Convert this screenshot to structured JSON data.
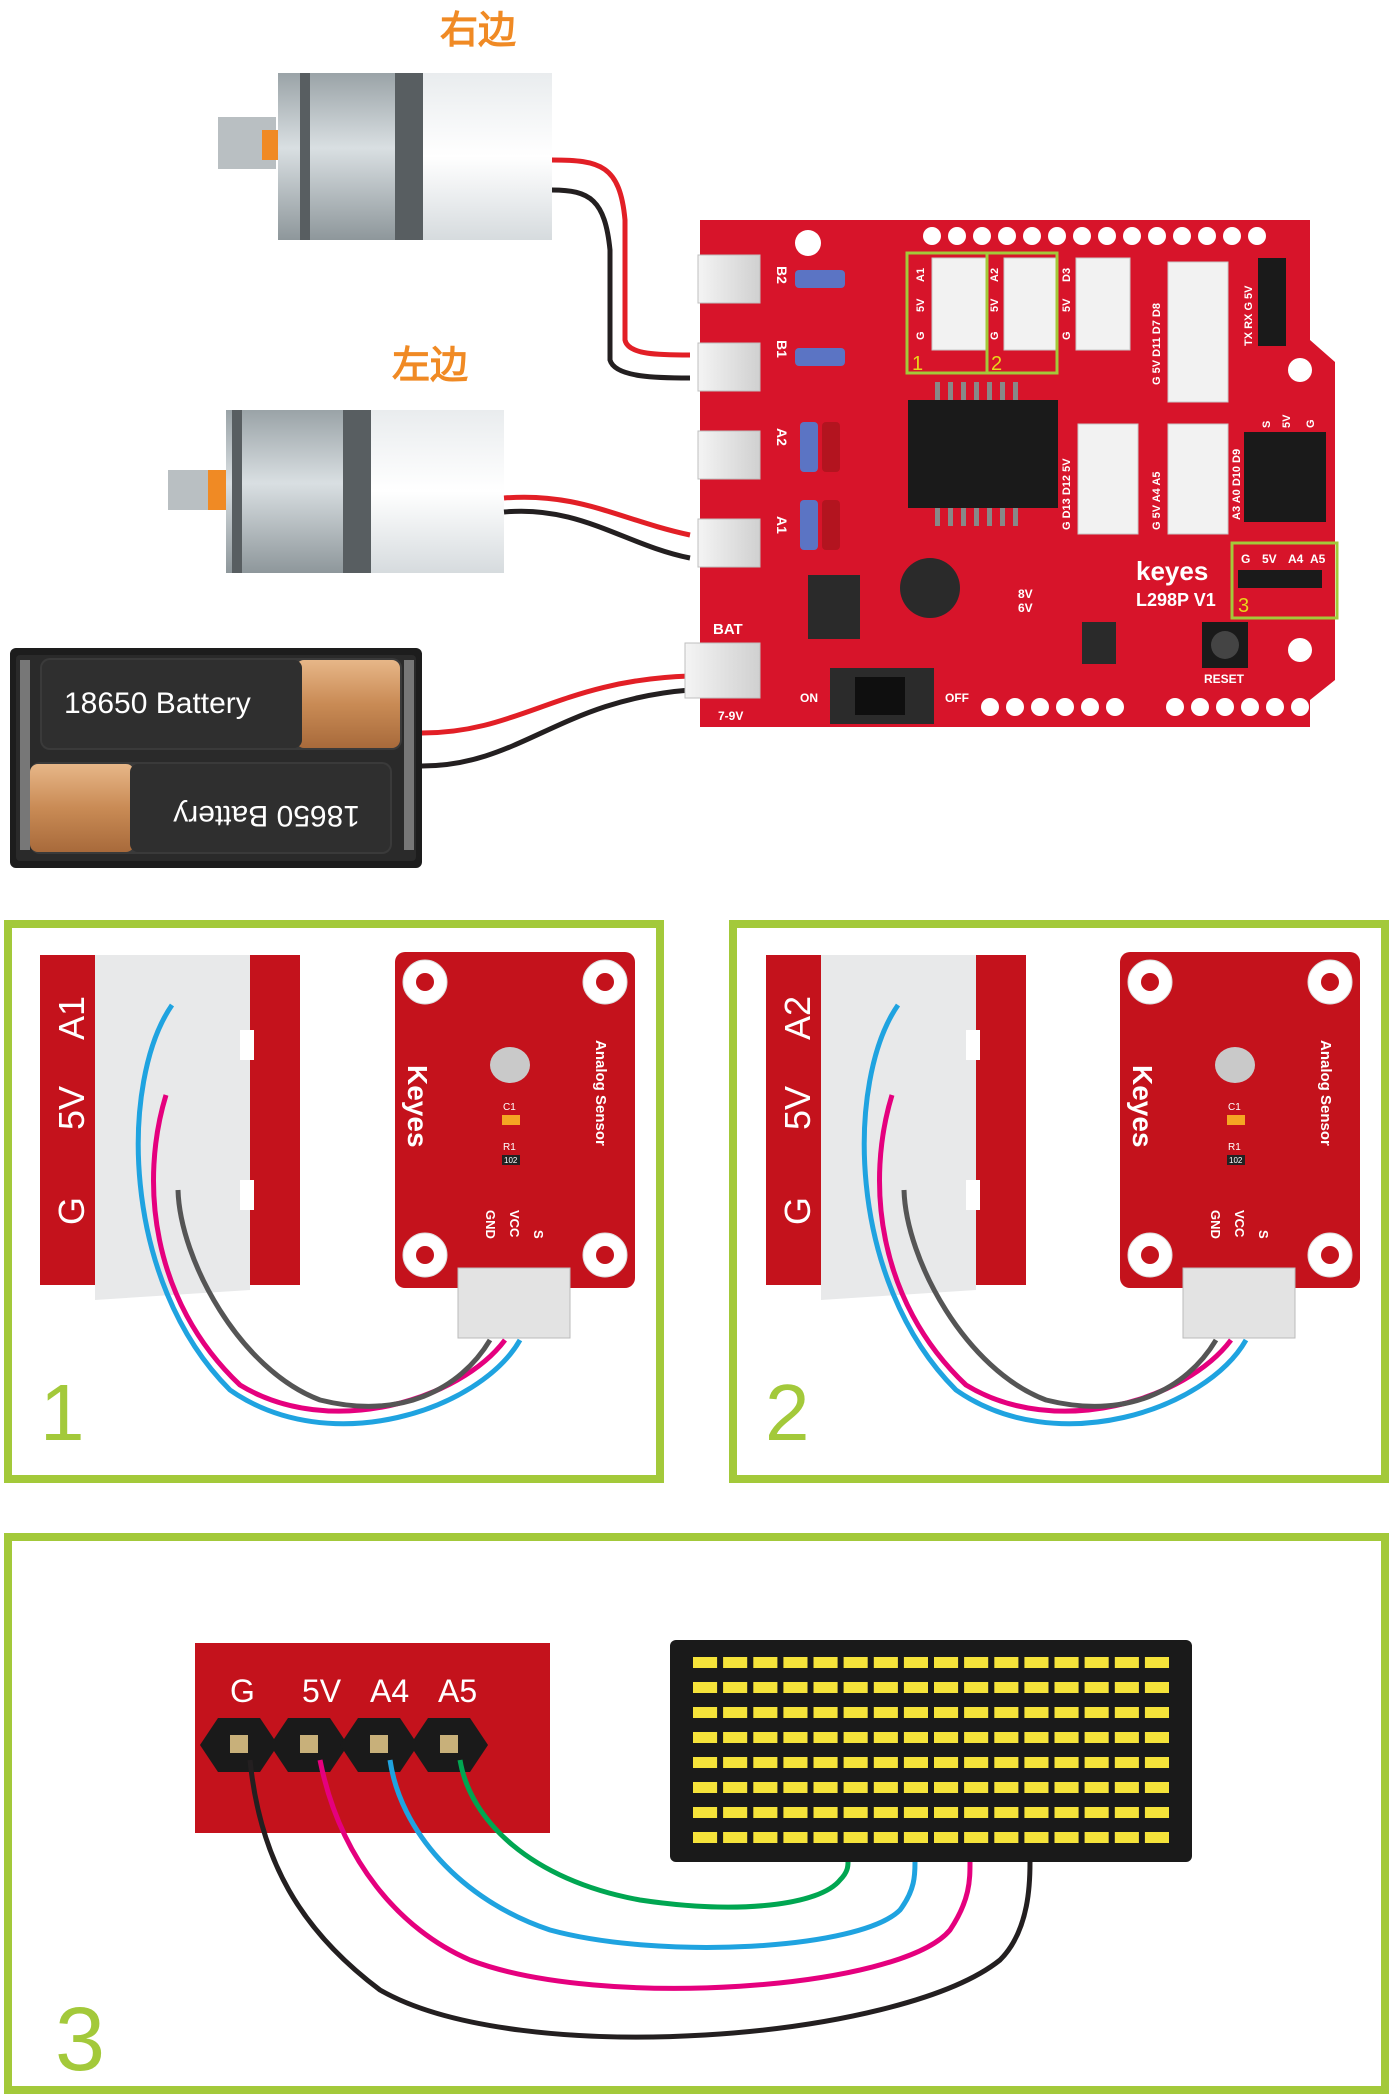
{
  "motors": {
    "right_label": "右边",
    "left_label": "左边"
  },
  "battery": {
    "cell_top": "18650 Battery",
    "cell_bottom": "18650 Battery"
  },
  "board": {
    "brand": "keyes",
    "model": "L298P V1",
    "reset": "RESET",
    "switch_on": "ON",
    "switch_off": "OFF",
    "bat_label": "BAT",
    "bat_voltage": "7-9V",
    "volt_8v": "8V",
    "volt_6v": "6V",
    "motor_ports": [
      "B2",
      "B1",
      "A2",
      "A1"
    ],
    "header_a1": [
      "G",
      "5V",
      "A1"
    ],
    "header_a2": [
      "G",
      "5V",
      "A2"
    ],
    "header_d3": [
      "G",
      "5V",
      "D3"
    ],
    "header_d8": "G 5V D11 D7 D8",
    "header_d9": "G D13 D12 5V",
    "header_a4": "G 5V A4 A5",
    "header_tx": "TX RX G 5V",
    "header_d10": "A3 A0 D10 D9",
    "header_s5vg": [
      "S",
      "5V",
      "G"
    ],
    "i2c_pins": [
      "G",
      "5V",
      "A4",
      "A5"
    ],
    "box_numbers": [
      "1",
      "2",
      "3"
    ]
  },
  "panel1": {
    "number": "1",
    "pins": [
      "G",
      "5V",
      "A1"
    ],
    "module_brand": "Keyes",
    "module_name": "Analog Sensor",
    "pin_labels": [
      "GND",
      "VCC",
      "S"
    ],
    "c1": "C1",
    "r1": "R1",
    "r_code": "102"
  },
  "panel2": {
    "number": "2",
    "pins": [
      "G",
      "5V",
      "A2"
    ],
    "module_brand": "Keyes",
    "module_name": "Analog Sensor",
    "pin_labels": [
      "GND",
      "VCC",
      "S"
    ],
    "c1": "C1",
    "r1": "R1",
    "r_code": "102"
  },
  "panel3": {
    "number": "3",
    "pins": [
      "G",
      "5V",
      "A4",
      "A5"
    ]
  },
  "colors": {
    "board_red": "#d7142a",
    "frame_green": "#a3c93a",
    "label_orange": "#f08a24",
    "wire_red": "#e21f26",
    "wire_black": "#231f20",
    "wire_blue": "#1fa3e0",
    "wire_magenta": "#e5007e",
    "wire_gray": "#555555",
    "wire_green": "#00a651",
    "led_yellow": "#f5e33a"
  }
}
